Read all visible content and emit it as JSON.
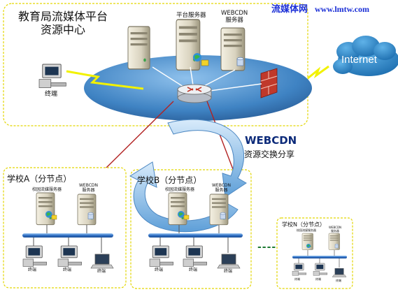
{
  "watermark": {
    "site": "流媒体网",
    "url": "www.lmtw.com"
  },
  "hub": {
    "title_line1": "教育局流媒体平台",
    "title_line2": "资源中心",
    "platform_server": "平台服务器",
    "webcdn_server_line1": "WEBCDN",
    "webcdn_server_line2": "服务器",
    "terminal": "终端"
  },
  "internet": "Internet",
  "exchange": {
    "title": "WEBCDN",
    "subtitle": "资源交换分享"
  },
  "school_a": {
    "title": "学校A（分节点）",
    "campus_server": "校园流媒服务器",
    "webcdn_line1": "WEBCDN",
    "webcdn_line2": "服务器",
    "terminal": "终端"
  },
  "school_b": {
    "title": "学校B（分节点）",
    "campus_server": "校园流媒服务器",
    "webcdn_line1": "WEBCDN",
    "webcdn_line2": "服务器",
    "terminal": "终端"
  },
  "school_n": {
    "title": "学校N（分节点）",
    "campus_server": "校园流媒服务器",
    "webcdn_line1": "WEBCDN",
    "webcdn_line2": "服务器",
    "terminal": "终端"
  },
  "colors": {
    "ellipse": "#4f8fc7",
    "panel_border": "#e3d600",
    "cloud": "#2d89c7",
    "arrow": "#8ebfe9",
    "lightning": "#f2f200",
    "red_link": "#b22222",
    "backbone": "#3a7ad0"
  }
}
